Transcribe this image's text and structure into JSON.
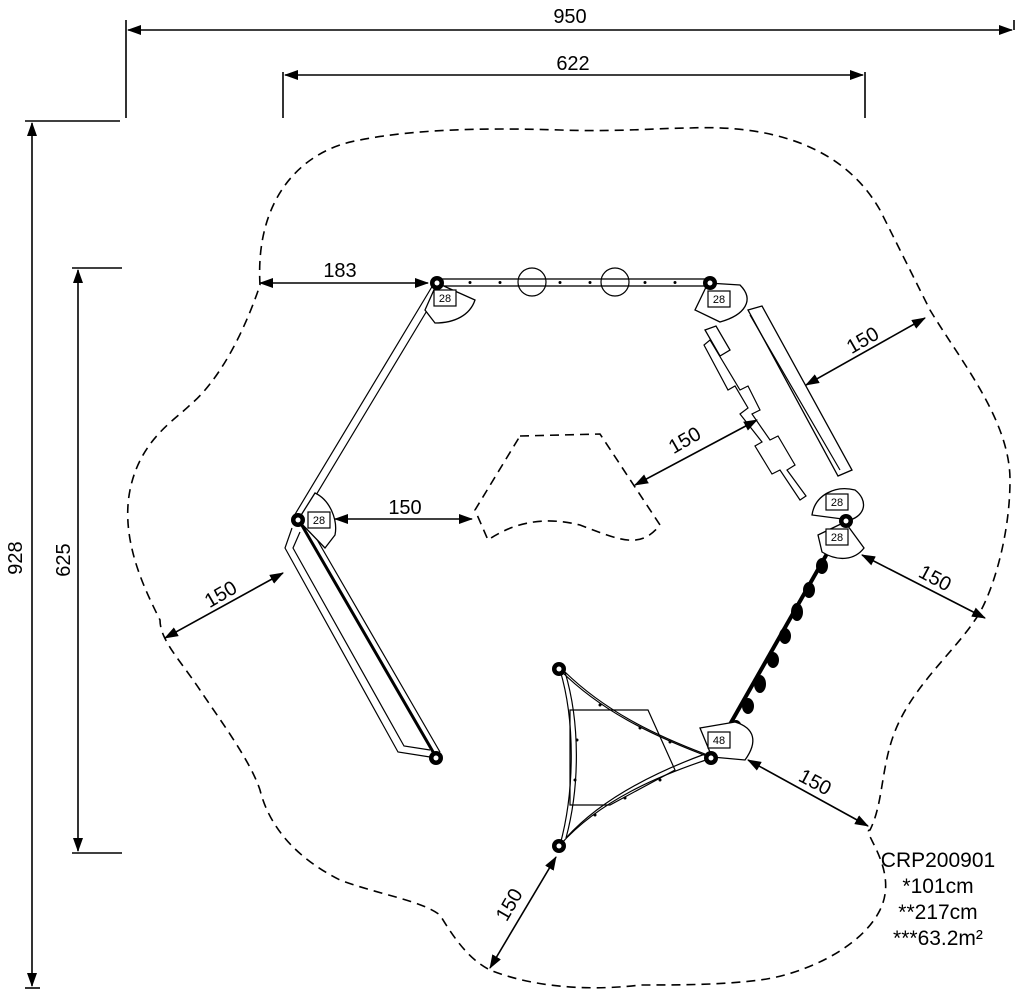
{
  "dimensions": {
    "overall_width": "950",
    "inner_width": "622",
    "overall_height": "928",
    "inner_height": "625",
    "top_left_offset": "183",
    "clearance_right_upper": "150",
    "clearance_center_upper": "150",
    "clearance_center_left": "150",
    "clearance_left": "150",
    "clearance_right_mid": "150",
    "clearance_right_lower": "150",
    "clearance_bottom": "150"
  },
  "tags": {
    "tag_top_left": "28",
    "tag_top_right": "28",
    "tag_left": "28",
    "tag_right_upper": "28",
    "tag_right_lower": "28",
    "tag_bottom": "48"
  },
  "info": {
    "code": "CRP200901",
    "height_1": "*101cm",
    "height_2": "**217cm",
    "area": "***63.2m²"
  },
  "colors": {
    "line": "#000000",
    "background": "#ffffff"
  }
}
